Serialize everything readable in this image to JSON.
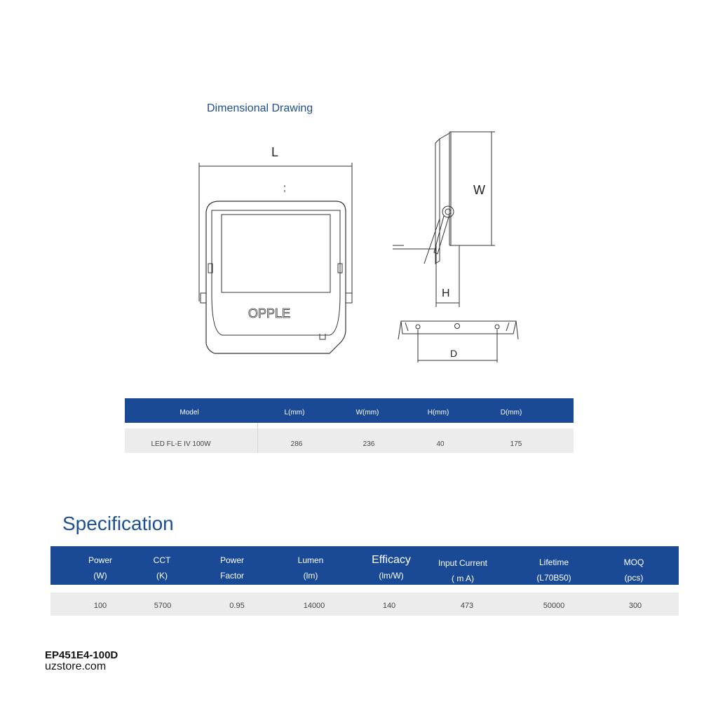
{
  "dimensional": {
    "title": "Dimensional Drawing",
    "labels": {
      "L": "L",
      "W": "W",
      "H": "H",
      "D": "D",
      "brand": "OPPLE"
    },
    "table": {
      "headers": [
        "Model",
        "L(mm)",
        "W(mm)",
        "H(mm)",
        "D(mm)"
      ],
      "row": [
        "LED FL-E IV 100W",
        "286",
        "236",
        "40",
        "175"
      ]
    }
  },
  "specification": {
    "title": "Specification",
    "headers": [
      {
        "line1": "Power",
        "line2": "(W)"
      },
      {
        "line1": "CCT",
        "line2": "(K)"
      },
      {
        "line1": "Power",
        "line2": "Factor"
      },
      {
        "line1": "Lumen",
        "line2": "(lm)"
      },
      {
        "line1": "Efficacy",
        "line2": "(lm/W)"
      },
      {
        "line1": "Input Current",
        "line2": "( m A)"
      },
      {
        "line1": "Lifetime",
        "line2": "(L70B50)"
      },
      {
        "line1": "MOQ",
        "line2": "(pcs)"
      }
    ],
    "row": [
      "100",
      "5700",
      "0.95",
      "14000",
      "140",
      "473",
      "50000",
      "300"
    ]
  },
  "footer": {
    "sku": "EP451E4-100D",
    "site": "uzstore.com"
  }
}
